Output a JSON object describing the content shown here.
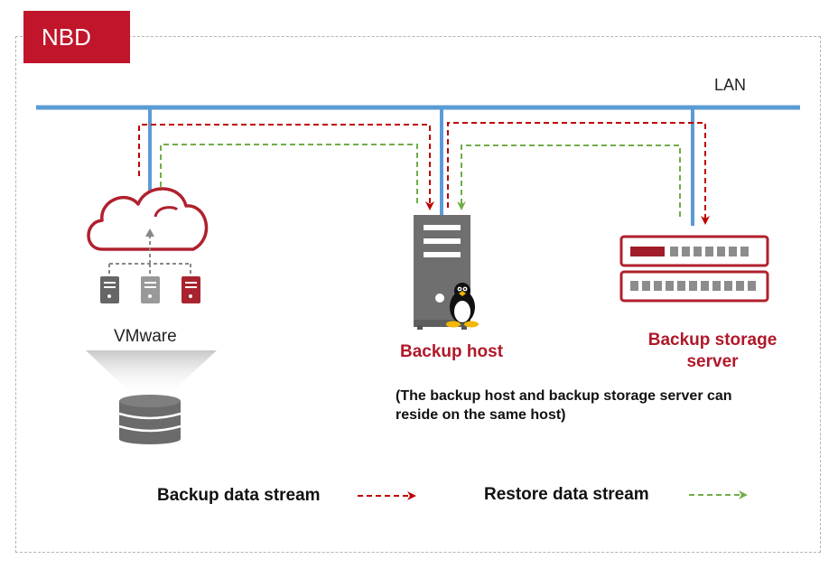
{
  "title": "NBD",
  "network": {
    "label": "LAN"
  },
  "nodes": {
    "vmware": {
      "label": "VMware"
    },
    "backup_host": {
      "label": "Backup host"
    },
    "storage_server": {
      "label": "Backup storage server"
    }
  },
  "note": "(The backup host and backup storage server can reside on the same host)",
  "legend": {
    "backup": "Backup data stream",
    "restore": "Restore data stream"
  },
  "colors": {
    "accent_red": "#c0152b",
    "lan_blue": "#5b9bd5",
    "backup_stream": "#c00000",
    "restore_stream": "#70ad47",
    "icon_gray": "#808080"
  }
}
